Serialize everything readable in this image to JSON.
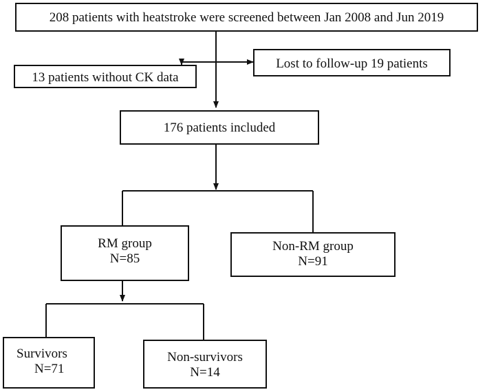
{
  "screened": {
    "label": "208 patients with heatstroke were screened between Jan 2008 and Jun 2019"
  },
  "excluded_ck": {
    "label": "13 patients without CK data"
  },
  "lost_followup": {
    "label": "Lost to follow-up 19 patients"
  },
  "included": {
    "label": "176 patients included"
  },
  "rm_group": {
    "name": "RM group",
    "count": "N=85"
  },
  "non_rm_group": {
    "name": "Non-RM group",
    "count": "N=91"
  },
  "survivors": {
    "name": "Survivors",
    "count": "N=71"
  },
  "non_survivors": {
    "name": "Non-survivors",
    "count": "N=14"
  }
}
